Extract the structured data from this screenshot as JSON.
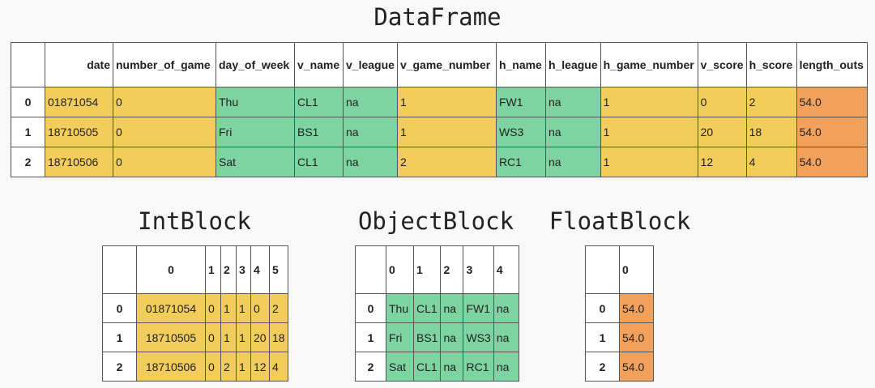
{
  "colors": {
    "int": "#f2cd5c",
    "object": "#7dd4a1",
    "float": "#f1a15c"
  },
  "tables": {
    "dataframe": {
      "title": "DataFrame",
      "columns": [
        "date",
        "number_of_game",
        "day_of_week",
        "v_name",
        "v_league",
        "v_game_number",
        "h_name",
        "h_league",
        "h_game_number",
        "v_score",
        "h_score",
        "length_outs"
      ],
      "types": [
        "int",
        "int",
        "object",
        "object",
        "object",
        "int",
        "object",
        "object",
        "int",
        "int",
        "int",
        "float"
      ],
      "index": [
        "0",
        "1",
        "2"
      ],
      "rows": [
        [
          "01871054",
          "0",
          "Thu",
          "CL1",
          "na",
          "1",
          "FW1",
          "na",
          "1",
          "0",
          "2",
          "54.0"
        ],
        [
          "18710505",
          "0",
          "Fri",
          "BS1",
          "na",
          "1",
          "WS3",
          "na",
          "1",
          "20",
          "18",
          "54.0"
        ],
        [
          "18710506",
          "0",
          "Sat",
          "CL1",
          "na",
          "2",
          "RC1",
          "na",
          "1",
          "12",
          "4",
          "54.0"
        ]
      ]
    },
    "intblock": {
      "title": "IntBlock",
      "columns": [
        "0",
        "1",
        "2",
        "3",
        "4",
        "5"
      ],
      "types": [
        "int",
        "int",
        "int",
        "int",
        "int",
        "int"
      ],
      "index": [
        "0",
        "1",
        "2"
      ],
      "rows": [
        [
          "01871054",
          "0",
          "1",
          "1",
          "0",
          "2"
        ],
        [
          "18710505",
          "0",
          "1",
          "1",
          "20",
          "18"
        ],
        [
          "18710506",
          "0",
          "2",
          "1",
          "12",
          "4"
        ]
      ]
    },
    "objectblock": {
      "title": "ObjectBlock",
      "columns": [
        "0",
        "1",
        "2",
        "3",
        "4"
      ],
      "types": [
        "object",
        "object",
        "object",
        "object",
        "object"
      ],
      "index": [
        "0",
        "1",
        "2"
      ],
      "rows": [
        [
          "Thu",
          "CL1",
          "na",
          "FW1",
          "na"
        ],
        [
          "Fri",
          "BS1",
          "na",
          "WS3",
          "na"
        ],
        [
          "Sat",
          "CL1",
          "na",
          "RC1",
          "na"
        ]
      ]
    },
    "floatblock": {
      "title": "FloatBlock",
      "columns": [
        "0"
      ],
      "types": [
        "float"
      ],
      "index": [
        "0",
        "1",
        "2"
      ],
      "rows": [
        [
          "54.0"
        ],
        [
          "54.0"
        ],
        [
          "54.0"
        ]
      ]
    }
  }
}
